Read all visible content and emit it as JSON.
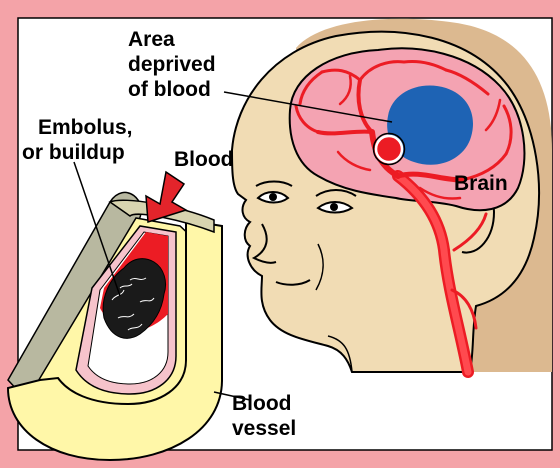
{
  "labels": {
    "area_line1": "Area",
    "area_line2": "deprived",
    "area_line3": "of blood",
    "embolus_line1": "Embolus,",
    "embolus_line2": "or buildup",
    "blood": "Blood",
    "brain": "Brain",
    "vessel_line1": "Blood",
    "vessel_line2": "vessel"
  },
  "colors": {
    "background": "#f4a3a8",
    "panel": "#ffffff",
    "skin": "#f1dcb4",
    "hair": "#dcb990",
    "brain": "#f4a3b2",
    "artery": "#ec1c24",
    "ischemic_area": "#1e63b4",
    "vessel_wall": "#fff7a8",
    "vessel_lining": "#f6c3cb",
    "arrow": "#e3242b",
    "clot": "#1a1a1a",
    "outline": "#000000"
  }
}
